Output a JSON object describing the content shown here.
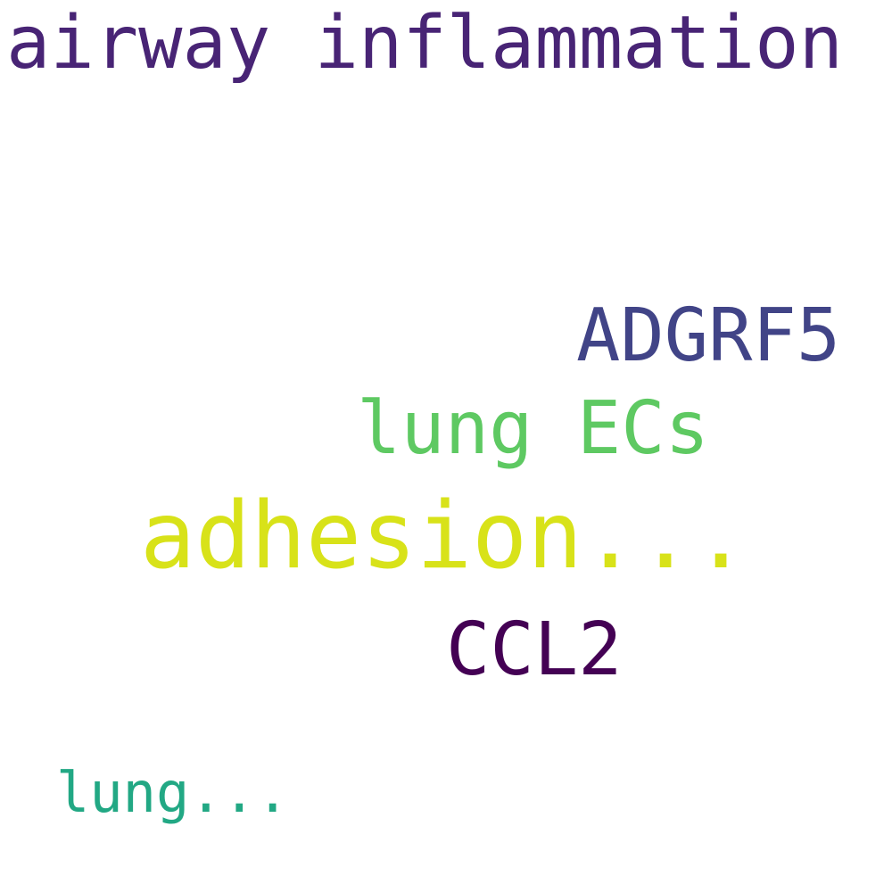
{
  "word_cloud": {
    "words": [
      {
        "id": "w-airway",
        "text": "airway inflammation",
        "color": "#482475"
      },
      {
        "id": "w-adgrf5",
        "text": "ADGRF5",
        "color": "#414487"
      },
      {
        "id": "w-lungecs",
        "text": "lung ECs",
        "color": "#5ec962"
      },
      {
        "id": "w-adhesion",
        "text": "adhesion...",
        "color": "#d8e219"
      },
      {
        "id": "w-ccl2",
        "text": "CCL2",
        "color": "#440154"
      },
      {
        "id": "w-lung",
        "text": "lung...",
        "color": "#22a884"
      }
    ]
  }
}
